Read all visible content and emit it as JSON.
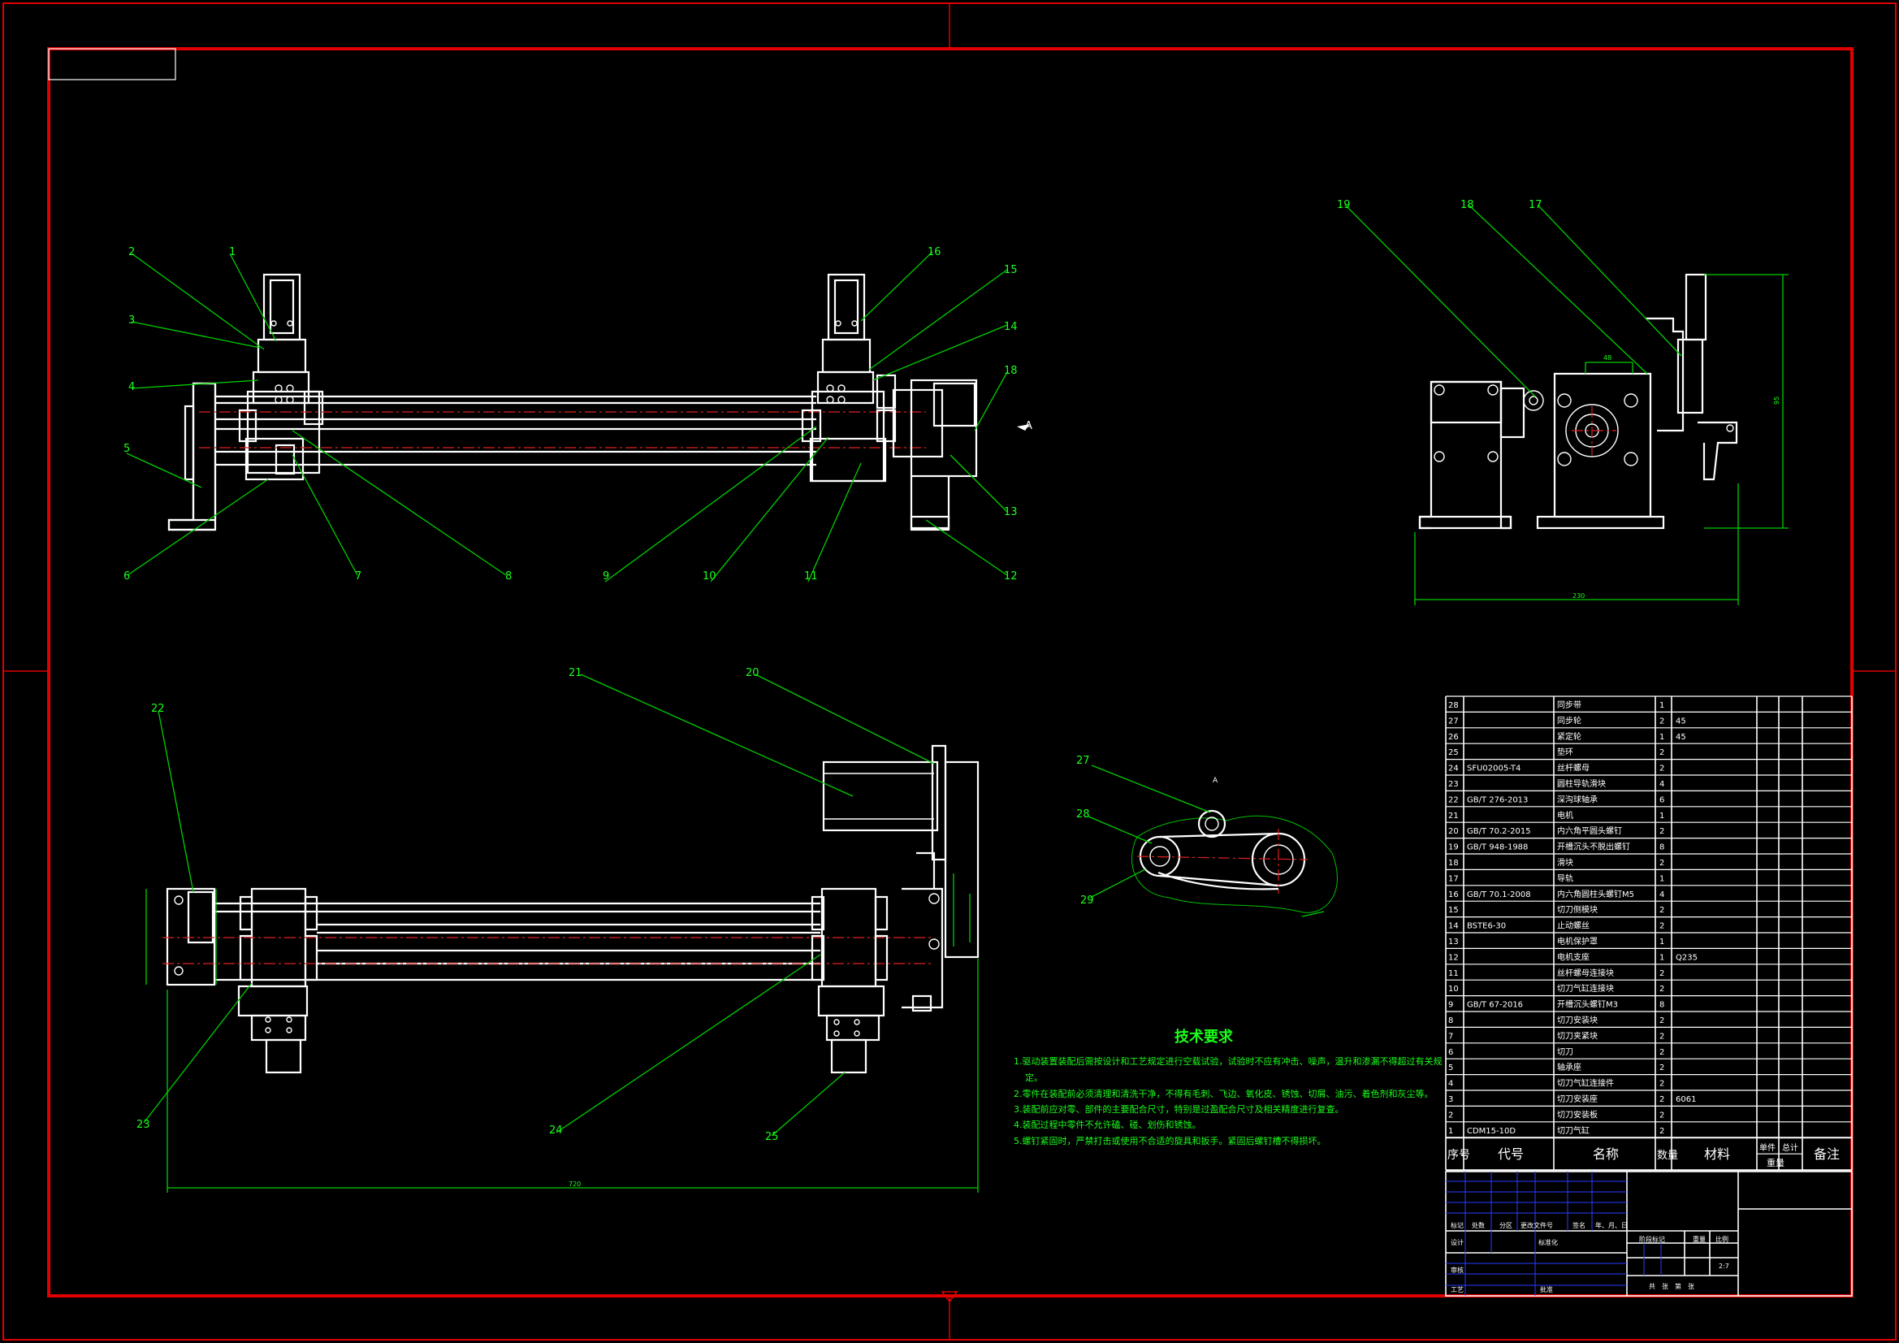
{
  "balloons": {
    "b1": "1",
    "b2": "2",
    "b3": "3",
    "b4": "4",
    "b5": "5",
    "b6": "6",
    "b7": "7",
    "b8": "8",
    "b9": "9",
    "b10": "10",
    "b11": "11",
    "b12": "12",
    "b13": "13",
    "b14": "14",
    "b15": "15",
    "b16": "16",
    "b17": "17",
    "b18a": "18",
    "b18b": "18",
    "b19": "19",
    "b20": "20",
    "b21": "21",
    "b22": "22",
    "b23": "23",
    "b24": "24",
    "b25": "25",
    "b27": "27",
    "b28": "28",
    "b29": "29"
  },
  "view_marker": "A",
  "dims": {
    "side_width": "230",
    "side_height": "95",
    "side_top": "48",
    "front_length": "720"
  },
  "tech_req": {
    "title": "技术要求",
    "lines": [
      "1.驱动装置装配后需按设计和工艺规定进行空载试验，试验时不应有冲击、噪声，温升和渗漏不得超过有关规",
      "定。",
      "2.零件在装配前必须清理和清洗干净，不得有毛刺、飞边、氧化皮、锈蚀、切屑、油污、着色剂和灰尘等。",
      "3.装配前应对零、部件的主要配合尺寸，特别是过盈配合尺寸及相关精度进行复查。",
      "4.装配过程中零件不允许磕、碰、划伤和锈蚀。",
      "5.螺钉紧固时，严禁打击或使用不合适的旋具和扳手。紧固后螺钉槽不得损坏。"
    ]
  },
  "bom": {
    "rows": [
      {
        "no": "28",
        "code": "",
        "name": "同步带",
        "qty": "1",
        "mat": ""
      },
      {
        "no": "27",
        "code": "",
        "name": "同步轮",
        "qty": "2",
        "mat": "45"
      },
      {
        "no": "26",
        "code": "",
        "name": "紧定轮",
        "qty": "1",
        "mat": "45"
      },
      {
        "no": "25",
        "code": "",
        "name": "垫环",
        "qty": "2",
        "mat": ""
      },
      {
        "no": "24",
        "code": "SFU02005-T4",
        "name": "丝杆螺母",
        "qty": "2",
        "mat": ""
      },
      {
        "no": "23",
        "code": "",
        "name": "圆柱导轨滑块",
        "qty": "4",
        "mat": ""
      },
      {
        "no": "22",
        "code": "GB/T 276-2013",
        "name": "深沟球轴承",
        "qty": "6",
        "mat": ""
      },
      {
        "no": "21",
        "code": "",
        "name": "电机",
        "qty": "1",
        "mat": ""
      },
      {
        "no": "20",
        "code": "GB/T 70.2-2015",
        "name": "内六角平圆头螺钉",
        "qty": "2",
        "mat": ""
      },
      {
        "no": "19",
        "code": "GB/T 948-1988",
        "name": "开槽沉头不脱出螺钉",
        "qty": "8",
        "mat": ""
      },
      {
        "no": "18",
        "code": "",
        "name": "滑块",
        "qty": "2",
        "mat": ""
      },
      {
        "no": "17",
        "code": "",
        "name": "导轨",
        "qty": "1",
        "mat": ""
      },
      {
        "no": "16",
        "code": "GB/T 70.1-2008",
        "name": "内六角圆柱头螺钉M5",
        "qty": "4",
        "mat": ""
      },
      {
        "no": "15",
        "code": "",
        "name": "切刀侧模块",
        "qty": "2",
        "mat": ""
      },
      {
        "no": "14",
        "code": "BSTE6-30",
        "name": "止动螺丝",
        "qty": "2",
        "mat": ""
      },
      {
        "no": "13",
        "code": "",
        "name": "电机保护罩",
        "qty": "1",
        "mat": ""
      },
      {
        "no": "12",
        "code": "",
        "name": "电机支座",
        "qty": "1",
        "mat": "Q235"
      },
      {
        "no": "11",
        "code": "",
        "name": "丝杆螺母连接块",
        "qty": "2",
        "mat": ""
      },
      {
        "no": "10",
        "code": "",
        "name": "切刀气缸连接块",
        "qty": "2",
        "mat": ""
      },
      {
        "no": "9",
        "code": "GB/T 67-2016",
        "name": "开槽沉头螺钉M3",
        "qty": "8",
        "mat": ""
      },
      {
        "no": "8",
        "code": "",
        "name": "切刀安装块",
        "qty": "2",
        "mat": ""
      },
      {
        "no": "7",
        "code": "",
        "name": "切刀夹紧块",
        "qty": "2",
        "mat": ""
      },
      {
        "no": "6",
        "code": "",
        "name": "切刀",
        "qty": "2",
        "mat": ""
      },
      {
        "no": "5",
        "code": "",
        "name": "轴承座",
        "qty": "2",
        "mat": ""
      },
      {
        "no": "4",
        "code": "",
        "name": "切刀气缸连接件",
        "qty": "2",
        "mat": ""
      },
      {
        "no": "3",
        "code": "",
        "name": "切刀安装座",
        "qty": "2",
        "mat": "6061"
      },
      {
        "no": "2",
        "code": "",
        "name": "切刀安装板",
        "qty": "2",
        "mat": ""
      },
      {
        "no": "1",
        "code": "CDM15-10D",
        "name": "切刀气缸",
        "qty": "2",
        "mat": ""
      }
    ],
    "header": {
      "no": "序号",
      "code": "代号",
      "name": "名称",
      "qty": "数量",
      "mat": "材料",
      "unit": "单件",
      "total": "总计",
      "weight": "重量",
      "remark": "备注"
    }
  },
  "title_block": {
    "mark": "标记",
    "count": "处数",
    "zone": "分区",
    "docno": "更改文件号",
    "sign": "签名",
    "date": "年、月、日",
    "design": "设计",
    "std": "标准化",
    "stage": "阶段标记",
    "weight": "重量",
    "scale": "比例",
    "check": "审核",
    "process": "工艺",
    "approve": "批准",
    "scale_val": "2:7",
    "sheets": "共　张　第　张"
  }
}
